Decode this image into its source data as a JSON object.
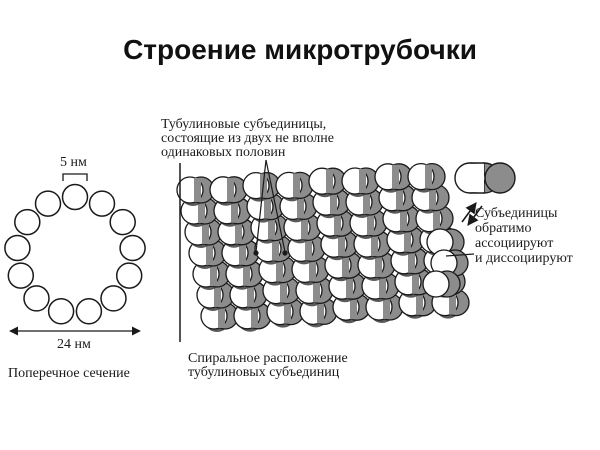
{
  "title": "Строение микротрубочки",
  "labels": {
    "width_5nm": "5 нм",
    "width_24nm": "24 нм",
    "cross_section": "Поперечное сечение",
    "tubulin_subunits": [
      "Тубулиновые субъединицы,",
      "состоящие из двух не вполне",
      "одинаковых половин"
    ],
    "helical_arrangement": [
      "Спиральное расположение",
      "тубулиновых субъединиц"
    ],
    "reversible_assembly": [
      "Субъединицы",
      "обратимо",
      "ассоциируют",
      "и диссоциируют"
    ]
  },
  "colors": {
    "outline": "#1a1a1a",
    "light_half": "#ffffff",
    "dark_half": "#8c8c8c",
    "shadow": "#5a5a5a"
  }
}
